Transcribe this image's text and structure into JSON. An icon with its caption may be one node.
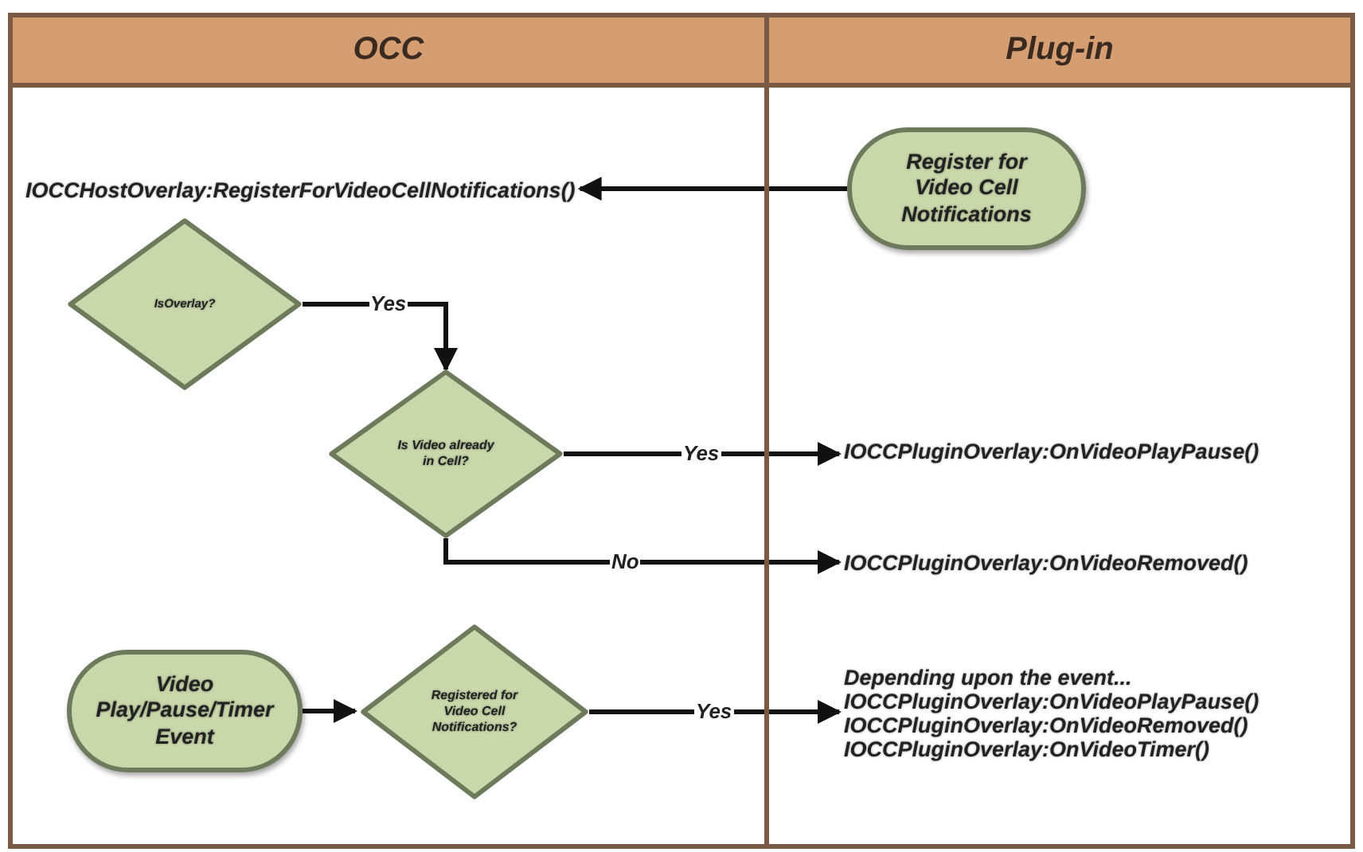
{
  "diagram": {
    "nodes": [
      {
        "text": [
          "OCC"
        ]
      },
      {
        "text": [
          "Plug-in"
        ]
      },
      {
        "text": [
          "Register for Video Cell Notifications"
        ],
        "in": 1
      },
      {
        "text": [
          "IOCCHostOverlay:RegisterForVideoCellNotifications()"
        ],
        "in": 0
      },
      {
        "text": [
          "IsOverlay?"
        ],
        "in": 0
      },
      {
        "text": [
          "Is Video already in Cell?"
        ],
        "in": 0
      },
      {
        "text": [
          "IOCCPluginOverlay:OnVideoPlayPause()"
        ],
        "in": 1
      },
      {
        "text": [
          "IOCCPluginOverlay:OnVideoRemoved()"
        ],
        "in": 1
      },
      {
        "text": [
          "Video Play/Pause/Timer Event"
        ],
        "in": 0
      },
      {
        "text": [
          "Registered for Video Cell Notifications?"
        ],
        "in": 0
      },
      {
        "text": [
          "Depending upon the event...",
          "IOCCPluginOverlay:OnVideoPlayPause()",
          "IOCCPluginOverlay:OnVideoRemoved()",
          "IOCCPluginOverlay:OnVideoTimer()"
        ],
        "in": 1
      }
    ],
    "edges": [
      {
        "from": 2,
        "to": 3,
        "arrow": "to"
      },
      {
        "from": 4,
        "to": 5,
        "label": "Yes",
        "arrow": "to"
      },
      {
        "from": 5,
        "to": 6,
        "label": "Yes",
        "arrow": "to"
      },
      {
        "from": 5,
        "to": 7,
        "label": "No",
        "arrow": "to"
      },
      {
        "from": 8,
        "to": 9,
        "arrow": "to"
      },
      {
        "from": 9,
        "to": 10,
        "label": "Yes",
        "arrow": "to"
      }
    ]
  }
}
